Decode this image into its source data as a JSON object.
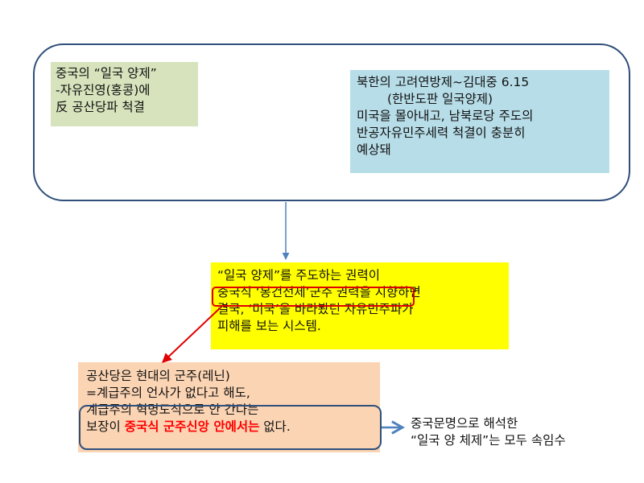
{
  "top_frame": {
    "green_box": {
      "lines": [
        "중국의 “일국 양제”",
        "-자유진영(홍콩)에",
        "反 공산당파 척결"
      ]
    },
    "blue_box": {
      "lines": [
        "북한의 고려연방제~김대중 6.15",
        "(한반도판 일국양제)",
        "미국을 몰아내고, 남북로당 주도의",
        "반공자유민주세력 척결이 충분히",
        "예상돼"
      ]
    }
  },
  "yellow_box": {
    "lines": [
      "“일국 양제”를 주도하는 권력이",
      "중국식 ‘봉건전제’군주 권력을 지향하면",
      "결국, ‘미국’을 바라봤던 자유민주파가",
      "피해를 보는 시스템."
    ]
  },
  "orange_box": {
    "line1": "공산당은 현대의 군주(레닌)",
    "line2": "=계급주의 언사가 없다고 해도,",
    "line3": "계급주의 혁명도식으로 안 간다는",
    "line4_before": "보장이 ",
    "line4_highlight": "중국식 군주신앙 안에서는",
    "line4_after": " 없다."
  },
  "conclusion": {
    "lines": [
      "중국문명으로 해석한",
      "“일국 양 체제”는 모두 속임수"
    ]
  },
  "colors": {
    "frame": "#2f4f7a",
    "green_fill": "#d6e3bc",
    "blue_fill": "#b7dde8",
    "yellow_fill": "#ffff00",
    "orange_fill": "#fbd4b4",
    "red": "#e00000",
    "arrow_blue": "#4f81bd"
  }
}
